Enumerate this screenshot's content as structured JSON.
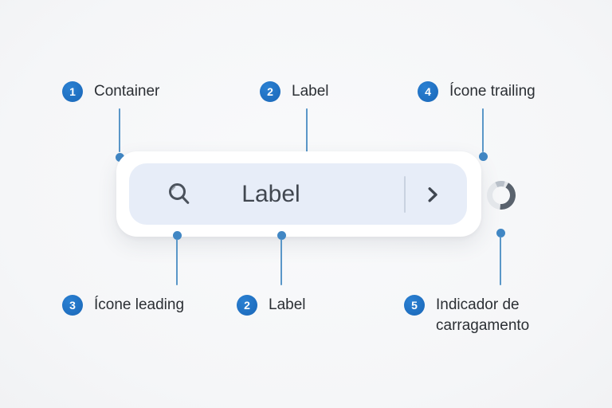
{
  "diagram": {
    "component": {
      "label": "Label",
      "leading_icon": "search",
      "trailing_icon": "chevron-right",
      "loading_indicator": "progress-ring"
    },
    "callouts": {
      "top": [
        {
          "number": "1",
          "label": "Container"
        },
        {
          "number": "2",
          "label": "Label"
        },
        {
          "number": "4",
          "label": "Ícone trailing"
        }
      ],
      "bottom": [
        {
          "number": "3",
          "label": "Ícone leading"
        },
        {
          "number": "2",
          "label": "Label"
        },
        {
          "number": "5",
          "label": "Indicador de carragamento"
        }
      ]
    },
    "colors": {
      "badge_blue": "#1e72c4",
      "connector_blue": "#5a97c8",
      "field_background": "#e7edf8",
      "icon_gray": "#4b525c",
      "spinner_arc": "#59626d",
      "spinner_track": "#e3e6ea",
      "page_background": "#f7f8f9"
    }
  }
}
